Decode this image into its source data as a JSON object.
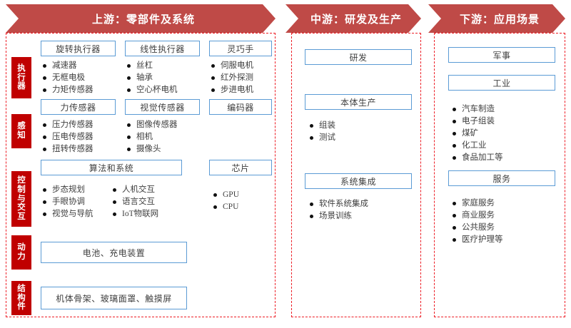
{
  "colors": {
    "banner_red": "#BF4A47",
    "zone_border_red": "#ED1C24",
    "category_tab_red": "#C00000",
    "box_border_blue": "#5B9BD5",
    "text": "#3f3f3f",
    "bullet": "#111111"
  },
  "banners": [
    {
      "id": "upstream",
      "label": "上游：零部件及系统"
    },
    {
      "id": "midstream",
      "label": "中游：研发及生产"
    },
    {
      "id": "downstream",
      "label": "下游：应用场景"
    }
  ],
  "upstream": {
    "categories": [
      {
        "id": "actuator",
        "label": "执行器"
      },
      {
        "id": "sensing",
        "label": "感知"
      },
      {
        "id": "control",
        "label": "控制与交互"
      },
      {
        "id": "power",
        "label": "动力"
      },
      {
        "id": "structure",
        "label": "结构件"
      }
    ],
    "groups": [
      {
        "id": "rotary-actuator",
        "title": "旋转执行器",
        "items": [
          "减速器",
          "无框电极",
          "力矩传感器"
        ]
      },
      {
        "id": "linear-actuator",
        "title": "线性执行器",
        "items": [
          "丝杠",
          "轴承",
          "空心杯电机"
        ]
      },
      {
        "id": "dexterous-hand",
        "title": "灵巧手",
        "items": [
          "伺服电机",
          "红外探测",
          "步进电机"
        ]
      },
      {
        "id": "force-sensor",
        "title": "力传感器",
        "items": [
          "压力传感器",
          "压电传感器",
          "扭转传感器"
        ]
      },
      {
        "id": "vision-sensor",
        "title": "视觉传感器",
        "items": [
          "图像传感器",
          "相机",
          "摄像头"
        ]
      },
      {
        "id": "encoder",
        "title": "编码器",
        "items": []
      },
      {
        "id": "algorithm-system",
        "title": "算法和系统",
        "items_col1": [
          "步态规划",
          "手眼协调",
          "视觉与导航"
        ],
        "items_col2": [
          "人机交互",
          "语言交互",
          "IoT物联网"
        ]
      },
      {
        "id": "chip",
        "title": "芯片",
        "items": [
          "GPU",
          "CPU"
        ]
      },
      {
        "id": "power-box",
        "title": "电池、充电装置",
        "items": []
      },
      {
        "id": "structure-box",
        "title": "机体骨架、玻璃面罩、触摸屏",
        "items": []
      }
    ]
  },
  "midstream": {
    "groups": [
      {
        "id": "rnd",
        "title": "研发",
        "items": []
      },
      {
        "id": "body-production",
        "title": "本体生产",
        "items": [
          "组装",
          "测试"
        ]
      },
      {
        "id": "system-integration",
        "title": "系统集成",
        "items": [
          "软件系统集成",
          "场景训练"
        ]
      }
    ]
  },
  "downstream": {
    "groups": [
      {
        "id": "military",
        "title": "军事",
        "items": []
      },
      {
        "id": "industry",
        "title": "工业",
        "items": [
          "汽车制造",
          "电子组装",
          "煤矿",
          "化工业",
          "食品加工等"
        ]
      },
      {
        "id": "service",
        "title": "服务",
        "items": [
          "家庭服务",
          "商业服务",
          "公共服务",
          "医疗护理等"
        ]
      }
    ]
  }
}
